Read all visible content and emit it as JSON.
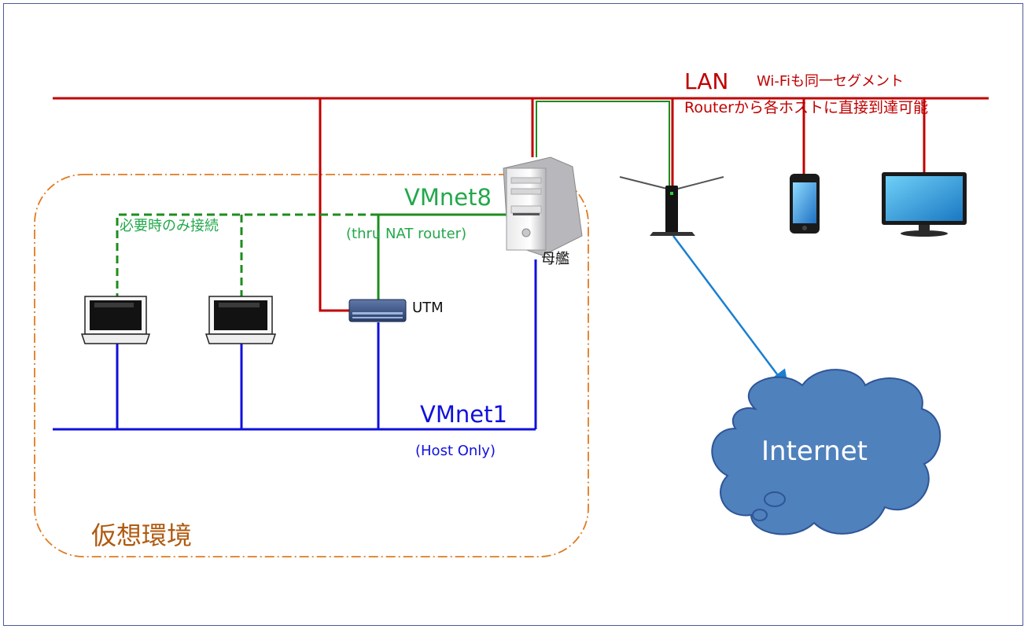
{
  "lan": {
    "title": "LAN",
    "note1": "Wi-Fiも同一セグメント",
    "note2": "Routerから各ホストに直接到達可能"
  },
  "vmnet8": {
    "title": "VMnet8",
    "subtitle": "(thru NAT router)",
    "ondemand_note": "必要時のみ接続"
  },
  "vmnet1": {
    "title": "VMnet1",
    "subtitle": "(Host Only)"
  },
  "devices": {
    "utm": "UTM",
    "host": "母艦",
    "internet": "Internet"
  },
  "region": {
    "virtual_env": "仮想環境"
  },
  "colors": {
    "lan": "#c00000",
    "vmnet8": "#1e8c1e",
    "vmnet1": "#1010dd",
    "internet_link": "#1a7fd0",
    "virtual_boundary": "#e07b20",
    "cloud": "#4f81bd"
  }
}
